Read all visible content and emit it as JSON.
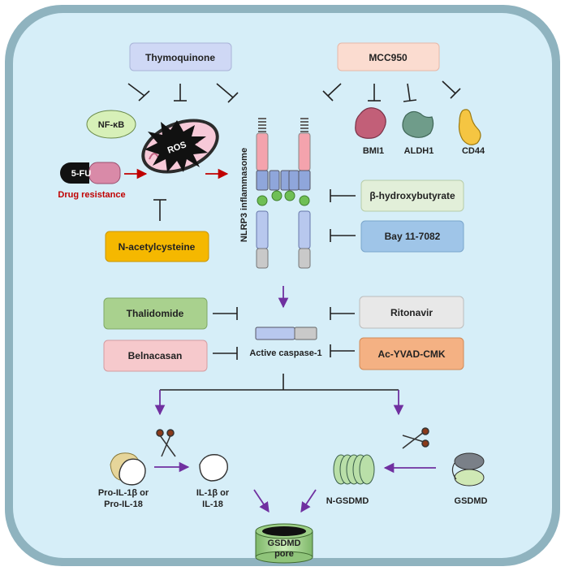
{
  "cell": {
    "membrane_color": "#8fb3bf",
    "cytoplasm_color": "#d6eef8"
  },
  "inhibitors": {
    "thymoquinone": "Thymoquinone",
    "mcc950": "MCC950",
    "n_acetylcysteine": "N-acetylcysteine",
    "beta_hydroxybutyrate": "β-hydroxybutyrate",
    "bay": "Bay 11-7082",
    "thalidomide": "Thalidomide",
    "belnacasan": "Belnacasan",
    "ritonavir": "Ritonavir",
    "ac_yvad_cmk": "Ac-YVAD-CMK"
  },
  "targets": {
    "nfkb": "NF-κB",
    "ros": "ROS",
    "fu": "5-FU",
    "drug_resistance": "Drug resistance",
    "bmi1": "BMI1",
    "aldh1": "ALDH1",
    "cd44": "CD44"
  },
  "complex": {
    "nlrp3": "NLRP3 inflammasome",
    "caspase": "Active caspase-1"
  },
  "products": {
    "pro_il_line1": "Pro-IL-1β or",
    "pro_il_line2": "Pro-IL-18",
    "il_line1": "IL-1β or",
    "il_line2": "IL-18",
    "n_gsdmd": "N-GSDMD",
    "gsdmd": "GSDMD",
    "pore_line1": "GSDMD",
    "pore_line2": "pore"
  },
  "colors": {
    "thymoquinone": "#cfd8f5",
    "mcc950": "#fbdcd0",
    "n_acetylcysteine": "#f5b800",
    "beta_hydroxybutyrate": "#e2efd9",
    "bay": "#9fc5e8",
    "thalidomide": "#a9d18e",
    "belnacasan": "#f6c9cc",
    "ritonavir": "#e8e8e8",
    "ac_yvad_cmk": "#f4b183",
    "purple_arrow": "#7030a0",
    "red_arrow": "#c00000",
    "drug_resistance_text": "#c00000"
  }
}
